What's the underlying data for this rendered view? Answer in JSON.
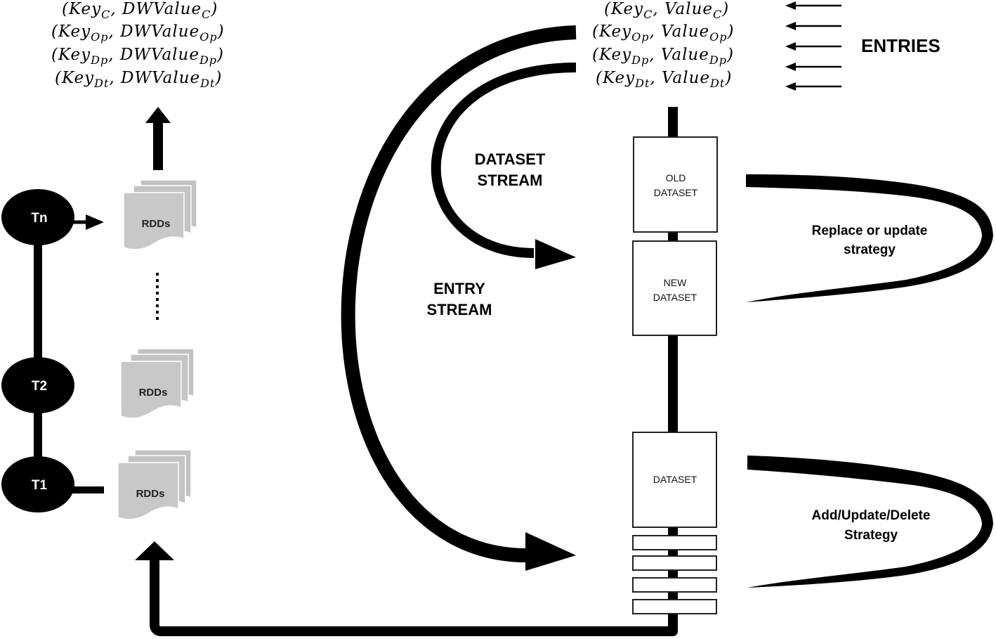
{
  "dw_pairs": [
    {
      "key": "Key",
      "key_sub": "C",
      "val": "DWValue",
      "val_sub": "C"
    },
    {
      "key": "Key",
      "key_sub": "Op",
      "val": "DWValue",
      "val_sub": "Op"
    },
    {
      "key": "Key",
      "key_sub": "Dp",
      "val": "DWValue",
      "val_sub": "Dp"
    },
    {
      "key": "Key",
      "key_sub": "Dt",
      "val": "DWValue",
      "val_sub": "Dt"
    }
  ],
  "entry_pairs": [
    {
      "key": "Key",
      "key_sub": "C",
      "val": "Value",
      "val_sub": "C"
    },
    {
      "key": "Key",
      "key_sub": "Op",
      "val": "Value",
      "val_sub": "Op"
    },
    {
      "key": "Key",
      "key_sub": "Dp",
      "val": "Value",
      "val_sub": "Dp"
    },
    {
      "key": "Key",
      "key_sub": "Dt",
      "val": "Value",
      "val_sub": "Dt"
    }
  ],
  "labels": {
    "entries": "ENTRIES",
    "dataset_stream_1": "DATASET",
    "dataset_stream_2": "STREAM",
    "entry_stream_1": "ENTRY",
    "entry_stream_2": "STREAM",
    "replace_1": "Replace or update",
    "replace_2": "strategy",
    "aud_1": "Add/Update/Delete",
    "aud_2": "Strategy"
  },
  "boxes": {
    "old_1": "OLD",
    "old_2": "DATASET",
    "new_1": "NEW",
    "new_2": "DATASET",
    "dataset": "DATASET"
  },
  "nodes": {
    "tn": "Tn",
    "t2": "T2",
    "t1": "T1"
  },
  "rdds": {
    "label": "RDDs"
  }
}
